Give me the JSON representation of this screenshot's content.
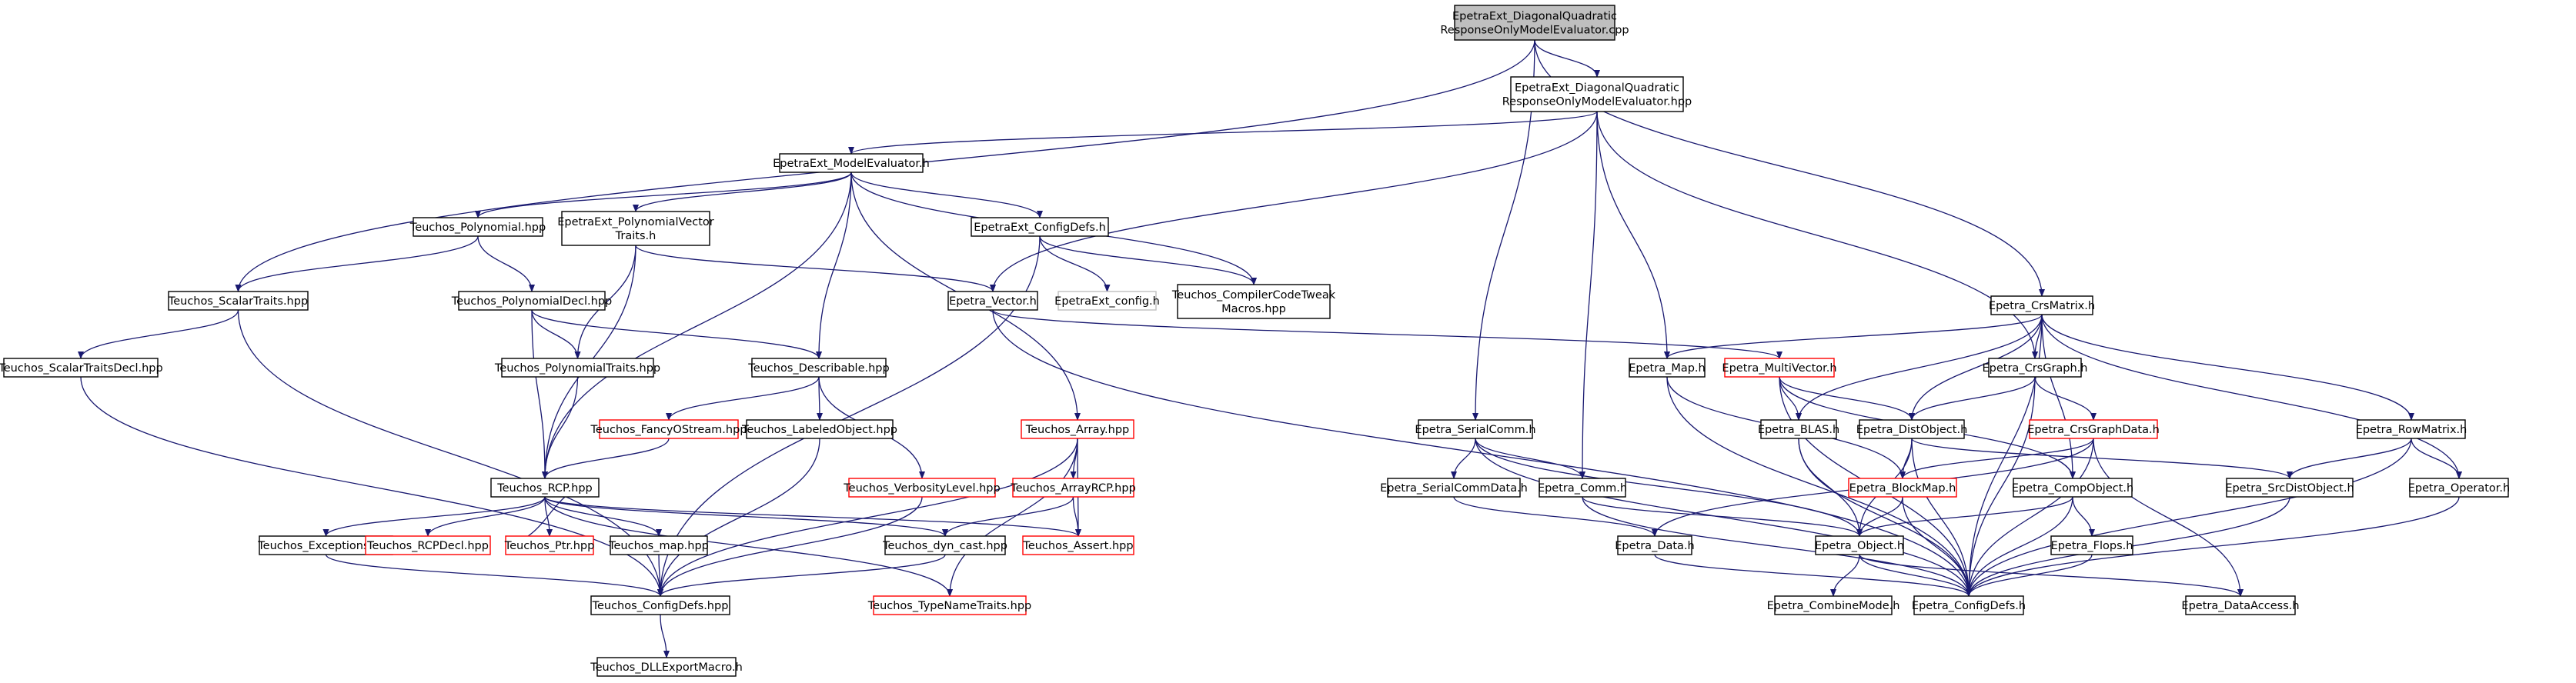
{
  "colors": {
    "edge": "#191970",
    "node_border_normal": "#000000",
    "node_border_missing": "#ff0000",
    "node_border_external": "#bfbfbf",
    "root_fill": "#bfbfbf",
    "node_fill": "#ffffff"
  },
  "nodes": [
    {
      "id": "root",
      "lines": [
        "EpetraExt_DiagonalQuadratic",
        "ResponseOnlyModelEvaluator.cpp"
      ],
      "kind": "root"
    },
    {
      "id": "hpp",
      "lines": [
        "EpetraExt_DiagonalQuadratic",
        "ResponseOnlyModelEvaluator.hpp"
      ],
      "kind": "normal"
    },
    {
      "id": "me",
      "lines": [
        "EpetraExt_ModelEvaluator.h"
      ],
      "kind": "normal"
    },
    {
      "id": "tpoly",
      "lines": [
        "Teuchos_Polynomial.hpp"
      ],
      "kind": "normal"
    },
    {
      "id": "eptraits",
      "lines": [
        "EpetraExt_PolynomialVector",
        "Traits.h"
      ],
      "kind": "normal"
    },
    {
      "id": "epconf",
      "lines": [
        "EpetraExt_ConfigDefs.h"
      ],
      "kind": "normal"
    },
    {
      "id": "scalar",
      "lines": [
        "Teuchos_ScalarTraits.hpp"
      ],
      "kind": "normal"
    },
    {
      "id": "polydecl",
      "lines": [
        "Teuchos_PolynomialDecl.hpp"
      ],
      "kind": "normal"
    },
    {
      "id": "evector",
      "lines": [
        "Epetra_Vector.h"
      ],
      "kind": "normal"
    },
    {
      "id": "epcfg",
      "lines": [
        "EpetraExt_config.h"
      ],
      "kind": "external"
    },
    {
      "id": "ccode",
      "lines": [
        "Teuchos_CompilerCodeTweak",
        "Macros.hpp"
      ],
      "kind": "normal"
    },
    {
      "id": "scalardecl",
      "lines": [
        "Teuchos_ScalarTraitsDecl.hpp"
      ],
      "kind": "normal"
    },
    {
      "id": "polytraits",
      "lines": [
        "Teuchos_PolynomialTraits.hpp"
      ],
      "kind": "normal"
    },
    {
      "id": "describ",
      "lines": [
        "Teuchos_Describable.hpp"
      ],
      "kind": "normal"
    },
    {
      "id": "tarray",
      "lines": [
        "Teuchos_Array.hpp"
      ],
      "kind": "missing"
    },
    {
      "id": "fancy",
      "lines": [
        "Teuchos_FancyOStream.hpp"
      ],
      "kind": "missing"
    },
    {
      "id": "labeled",
      "lines": [
        "Teuchos_LabeledObject.hpp"
      ],
      "kind": "normal"
    },
    {
      "id": "verbos",
      "lines": [
        "Teuchos_VerbosityLevel.hpp"
      ],
      "kind": "missing"
    },
    {
      "id": "arcp",
      "lines": [
        "Teuchos_ArrayRCP.hpp"
      ],
      "kind": "missing"
    },
    {
      "id": "rcp",
      "lines": [
        "Teuchos_RCP.hpp"
      ],
      "kind": "normal"
    },
    {
      "id": "texcept",
      "lines": [
        "Teuchos_Exceptions.hpp"
      ],
      "kind": "normal"
    },
    {
      "id": "rcpdecl",
      "lines": [
        "Teuchos_RCPDecl.hpp"
      ],
      "kind": "missing"
    },
    {
      "id": "ptr",
      "lines": [
        "Teuchos_Ptr.hpp"
      ],
      "kind": "missing"
    },
    {
      "id": "tmap",
      "lines": [
        "Teuchos_map.hpp"
      ],
      "kind": "normal"
    },
    {
      "id": "dyncast",
      "lines": [
        "Teuchos_dyn_cast.hpp"
      ],
      "kind": "normal"
    },
    {
      "id": "tassert",
      "lines": [
        "Teuchos_Assert.hpp"
      ],
      "kind": "missing"
    },
    {
      "id": "tconf",
      "lines": [
        "Teuchos_ConfigDefs.hpp"
      ],
      "kind": "normal"
    },
    {
      "id": "typename",
      "lines": [
        "Teuchos_TypeNameTraits.hpp"
      ],
      "kind": "missing"
    },
    {
      "id": "dll",
      "lines": [
        "Teuchos_DLLExportMacro.h"
      ],
      "kind": "normal"
    },
    {
      "id": "crsmat",
      "lines": [
        "Epetra_CrsMatrix.h"
      ],
      "kind": "normal"
    },
    {
      "id": "emap",
      "lines": [
        "Epetra_Map.h"
      ],
      "kind": "normal"
    },
    {
      "id": "multivec",
      "lines": [
        "Epetra_MultiVector.h"
      ],
      "kind": "missing"
    },
    {
      "id": "crsgraph",
      "lines": [
        "Epetra_CrsGraph.h"
      ],
      "kind": "normal"
    },
    {
      "id": "serialcomm",
      "lines": [
        "Epetra_SerialComm.h"
      ],
      "kind": "normal"
    },
    {
      "id": "blas",
      "lines": [
        "Epetra_BLAS.h"
      ],
      "kind": "normal"
    },
    {
      "id": "distobj",
      "lines": [
        "Epetra_DistObject.h"
      ],
      "kind": "normal"
    },
    {
      "id": "crsgdata",
      "lines": [
        "Epetra_CrsGraphData.h"
      ],
      "kind": "missing"
    },
    {
      "id": "rowmat",
      "lines": [
        "Epetra_RowMatrix.h"
      ],
      "kind": "normal"
    },
    {
      "id": "scdata",
      "lines": [
        "Epetra_SerialCommData.h"
      ],
      "kind": "normal"
    },
    {
      "id": "ecomm",
      "lines": [
        "Epetra_Comm.h"
      ],
      "kind": "normal"
    },
    {
      "id": "blockmap",
      "lines": [
        "Epetra_BlockMap.h"
      ],
      "kind": "missing"
    },
    {
      "id": "compobj",
      "lines": [
        "Epetra_CompObject.h"
      ],
      "kind": "normal"
    },
    {
      "id": "srcdist",
      "lines": [
        "Epetra_SrcDistObject.h"
      ],
      "kind": "normal"
    },
    {
      "id": "eop",
      "lines": [
        "Epetra_Operator.h"
      ],
      "kind": "normal"
    },
    {
      "id": "edata",
      "lines": [
        "Epetra_Data.h"
      ],
      "kind": "normal"
    },
    {
      "id": "eobj",
      "lines": [
        "Epetra_Object.h"
      ],
      "kind": "normal"
    },
    {
      "id": "flops",
      "lines": [
        "Epetra_Flops.h"
      ],
      "kind": "normal"
    },
    {
      "id": "combine",
      "lines": [
        "Epetra_CombineMode.h"
      ],
      "kind": "normal"
    },
    {
      "id": "econf",
      "lines": [
        "Epetra_ConfigDefs.h"
      ],
      "kind": "normal"
    },
    {
      "id": "daccess",
      "lines": [
        "Epetra_DataAccess.h"
      ],
      "kind": "normal"
    }
  ],
  "edges": [
    [
      "root",
      "hpp"
    ],
    [
      "root",
      "scalar"
    ],
    [
      "root",
      "serialcomm"
    ],
    [
      "root",
      "crsmat"
    ],
    [
      "hpp",
      "me"
    ],
    [
      "hpp",
      "evector"
    ],
    [
      "hpp",
      "emap"
    ],
    [
      "hpp",
      "ecomm"
    ],
    [
      "hpp",
      "crsgraph"
    ],
    [
      "me",
      "tpoly"
    ],
    [
      "me",
      "eptraits"
    ],
    [
      "me",
      "epconf"
    ],
    [
      "me",
      "ccode"
    ],
    [
      "me",
      "describ"
    ],
    [
      "me",
      "tarray"
    ],
    [
      "me",
      "rcp"
    ],
    [
      "tpoly",
      "scalar"
    ],
    [
      "tpoly",
      "polydecl"
    ],
    [
      "eptraits",
      "evector"
    ],
    [
      "eptraits",
      "polytraits"
    ],
    [
      "eptraits",
      "rcp"
    ],
    [
      "epconf",
      "epcfg"
    ],
    [
      "epconf",
      "ccode"
    ],
    [
      "epconf",
      "tconf"
    ],
    [
      "scalar",
      "scalardecl"
    ],
    [
      "scalar",
      "tconf"
    ],
    [
      "scalardecl",
      "tconf"
    ],
    [
      "polydecl",
      "describ"
    ],
    [
      "polydecl",
      "polytraits"
    ],
    [
      "polydecl",
      "rcp"
    ],
    [
      "polytraits",
      "rcp"
    ],
    [
      "describ",
      "fancy"
    ],
    [
      "describ",
      "labeled"
    ],
    [
      "describ",
      "verbos"
    ],
    [
      "fancy",
      "rcp"
    ],
    [
      "labeled",
      "tconf"
    ],
    [
      "verbos",
      "tconf"
    ],
    [
      "tarray",
      "arcp"
    ],
    [
      "tarray",
      "tassert"
    ],
    [
      "tarray",
      "typename"
    ],
    [
      "tarray",
      "tconf"
    ],
    [
      "arcp",
      "dyncast"
    ],
    [
      "arcp",
      "tassert"
    ],
    [
      "rcp",
      "texcept"
    ],
    [
      "rcp",
      "rcpdecl"
    ],
    [
      "rcp",
      "ptr"
    ],
    [
      "rcp",
      "tmap"
    ],
    [
      "rcp",
      "dyncast"
    ],
    [
      "rcp",
      "tassert"
    ],
    [
      "rcp",
      "typename"
    ],
    [
      "ptr",
      "rcp"
    ],
    [
      "texcept",
      "tconf"
    ],
    [
      "tmap",
      "tconf"
    ],
    [
      "dyncast",
      "tconf"
    ],
    [
      "tconf",
      "dll"
    ],
    [
      "evector",
      "multivec"
    ],
    [
      "evector",
      "econf"
    ],
    [
      "crsmat",
      "emap"
    ],
    [
      "crsmat",
      "crsgraph"
    ],
    [
      "crsmat",
      "blas"
    ],
    [
      "crsmat",
      "distobj"
    ],
    [
      "crsmat",
      "compobj"
    ],
    [
      "crsmat",
      "rowmat"
    ],
    [
      "crsmat",
      "eop"
    ],
    [
      "crsmat",
      "econf"
    ],
    [
      "emap",
      "blockmap"
    ],
    [
      "emap",
      "econf"
    ],
    [
      "multivec",
      "blas"
    ],
    [
      "multivec",
      "distobj"
    ],
    [
      "multivec",
      "compobj"
    ],
    [
      "multivec",
      "econf"
    ],
    [
      "crsgraph",
      "distobj"
    ],
    [
      "crsgraph",
      "crsgdata"
    ],
    [
      "crsgraph",
      "econf"
    ],
    [
      "serialcomm",
      "scdata"
    ],
    [
      "serialcomm",
      "ecomm"
    ],
    [
      "serialcomm",
      "eobj"
    ],
    [
      "serialcomm",
      "econf"
    ],
    [
      "blas",
      "eobj"
    ],
    [
      "blas",
      "econf"
    ],
    [
      "distobj",
      "blockmap"
    ],
    [
      "distobj",
      "srcdist"
    ],
    [
      "distobj",
      "eobj"
    ],
    [
      "distobj",
      "econf"
    ],
    [
      "crsgdata",
      "blockmap"
    ],
    [
      "crsgdata",
      "edata"
    ],
    [
      "crsgdata",
      "daccess"
    ],
    [
      "crsgdata",
      "econf"
    ],
    [
      "rowmat",
      "srcdist"
    ],
    [
      "rowmat",
      "eop"
    ],
    [
      "rowmat",
      "econf"
    ],
    [
      "scdata",
      "edata"
    ],
    [
      "ecomm",
      "eobj"
    ],
    [
      "ecomm",
      "econf"
    ],
    [
      "blockmap",
      "eobj"
    ],
    [
      "blockmap",
      "econf"
    ],
    [
      "compobj",
      "eobj"
    ],
    [
      "compobj",
      "flops"
    ],
    [
      "compobj",
      "econf"
    ],
    [
      "srcdist",
      "econf"
    ],
    [
      "eop",
      "econf"
    ],
    [
      "edata",
      "econf"
    ],
    [
      "eobj",
      "combine"
    ],
    [
      "eobj",
      "econf"
    ],
    [
      "eobj",
      "daccess"
    ],
    [
      "flops",
      "econf"
    ]
  ]
}
